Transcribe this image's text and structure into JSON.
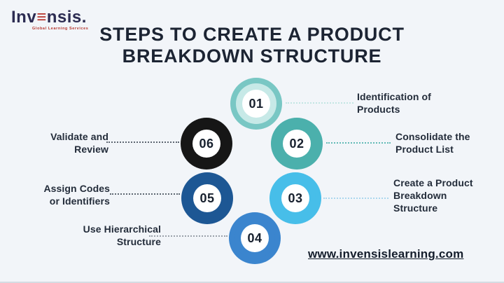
{
  "canvas": {
    "background": "#f2f5f9"
  },
  "colors": {
    "step_number": "#17202e",
    "step_label": "#232c3a"
  },
  "logo": {
    "text_prefix": "Inv",
    "e_glyph": "≡",
    "text_suffix": "nsis.",
    "tagline": "Global Learning Services",
    "text_color": "#2c2c52",
    "accent_color": "#b5342c"
  },
  "title": {
    "line1": "STEPS TO CREATE A PRODUCT",
    "line2": "BREAKDOWN STRUCTURE",
    "color": "#1c2433"
  },
  "footer": {
    "website": "www.invensislearning.com",
    "color": "#141d2b"
  },
  "steps": [
    {
      "number": "01",
      "label": "Identification of\nProducts",
      "ring_color": "#79c7c4",
      "mid_ring_color": "#c7e9e7",
      "line_color": "#c2e5e3"
    },
    {
      "number": "02",
      "label": "Consolidate the\nProduct List",
      "ring_color": "#4bb0ac",
      "line_color": "#62bab6"
    },
    {
      "number": "03",
      "label": "Create a Product\nBreakdown\nStructure",
      "ring_color": "#47bee9",
      "line_color": "#abd7ee"
    },
    {
      "number": "04",
      "label": "Use Hierarchical\nStructure",
      "ring_color": "#3b85ce",
      "line_color": "#9aa1a9"
    },
    {
      "number": "05",
      "label": "Assign Codes\nor Identifiers",
      "ring_color": "#1d5794",
      "line_color": "#5d6671"
    },
    {
      "number": "06",
      "label": "Validate and\nReview",
      "ring_color": "#161616",
      "line_color": "#5d6671"
    }
  ]
}
